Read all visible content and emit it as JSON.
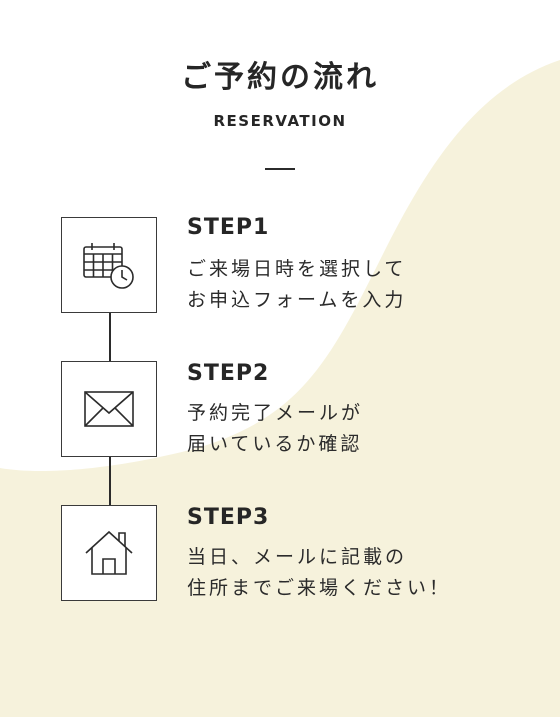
{
  "header": {
    "title": "ご予約の流れ",
    "subtitle": "RESERVATION"
  },
  "colors": {
    "wave": "#f6f2dc",
    "line": "#2b2b2b",
    "text": "#262626"
  },
  "steps": [
    {
      "label": "STEP1",
      "line1": "ご来場日時を選択して",
      "line2": "お申込フォームを入力",
      "icon": "calendar-clock-icon"
    },
    {
      "label": "STEP2",
      "line1": "予約完了メールが",
      "line2": "届いているか確認",
      "icon": "envelope-icon"
    },
    {
      "label": "STEP3",
      "line1": "当日、メールに記載の",
      "line2": "住所までご来場ください！",
      "icon": "house-icon"
    }
  ]
}
